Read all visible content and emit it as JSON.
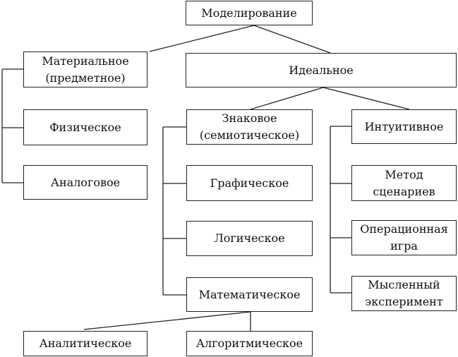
{
  "diagram": {
    "root": "Моделирование",
    "material": "Материальное\n(предметное)",
    "physical": "Физическое",
    "analog": "Аналоговое",
    "ideal": "Идеальное",
    "sign": "Знаковое\n(семиотическое)",
    "graphic": "Графическое",
    "logical": "Логическое",
    "mathematical": "Математическое",
    "analytical": "Аналитическое",
    "algorithmic": "Алгоритмическое",
    "intuitive": "Интуитивное",
    "scenario_method": "Метод\nсценариев",
    "operational_game": "Операционная\nигра",
    "thought_experiment": "Мысленный\nэксперимент"
  }
}
